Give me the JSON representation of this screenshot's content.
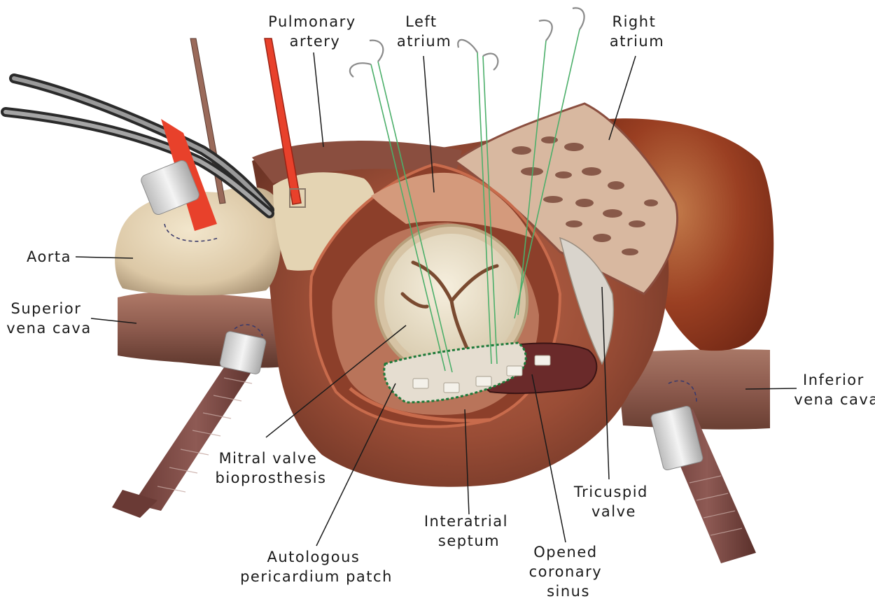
{
  "labels": {
    "pulmonary_artery": [
      "Pulmonary",
      "artery"
    ],
    "left_atrium": [
      "Left",
      "atrium"
    ],
    "right_atrium": [
      "Right",
      "atrium"
    ],
    "aorta": [
      "Aorta"
    ],
    "superior_vena_cava": [
      "Superior",
      "vena cava"
    ],
    "inferior_vena_cava": [
      "Inferior",
      "vena cava"
    ],
    "mitral_valve_bioprosthesis": [
      "Mitral valve",
      "bioprosthesis"
    ],
    "autologous_pericardium_patch": [
      "Autologous",
      "pericardium patch"
    ],
    "interatrial_septum": [
      "Interatrial",
      "septum"
    ],
    "opened_coronary_sinus": [
      "Opened",
      "coronary",
      "sinus"
    ],
    "tricuspid_valve": [
      "Tricuspid",
      "valve"
    ]
  },
  "colors": {
    "tissue_dark": "#6e3a2c",
    "tissue_mid": "#a2533c",
    "tissue_light": "#c98a6a",
    "aorta": "#e3d3b5",
    "vessel": "#8c5a4d",
    "right_atrium_wall": "#d8b8a0",
    "liver": "#9a3a1f",
    "valve_ring": "#efe6d2",
    "suture": "#4caf6a",
    "tape": "#e9e9e9",
    "cannula_red": "#e8412b"
  }
}
